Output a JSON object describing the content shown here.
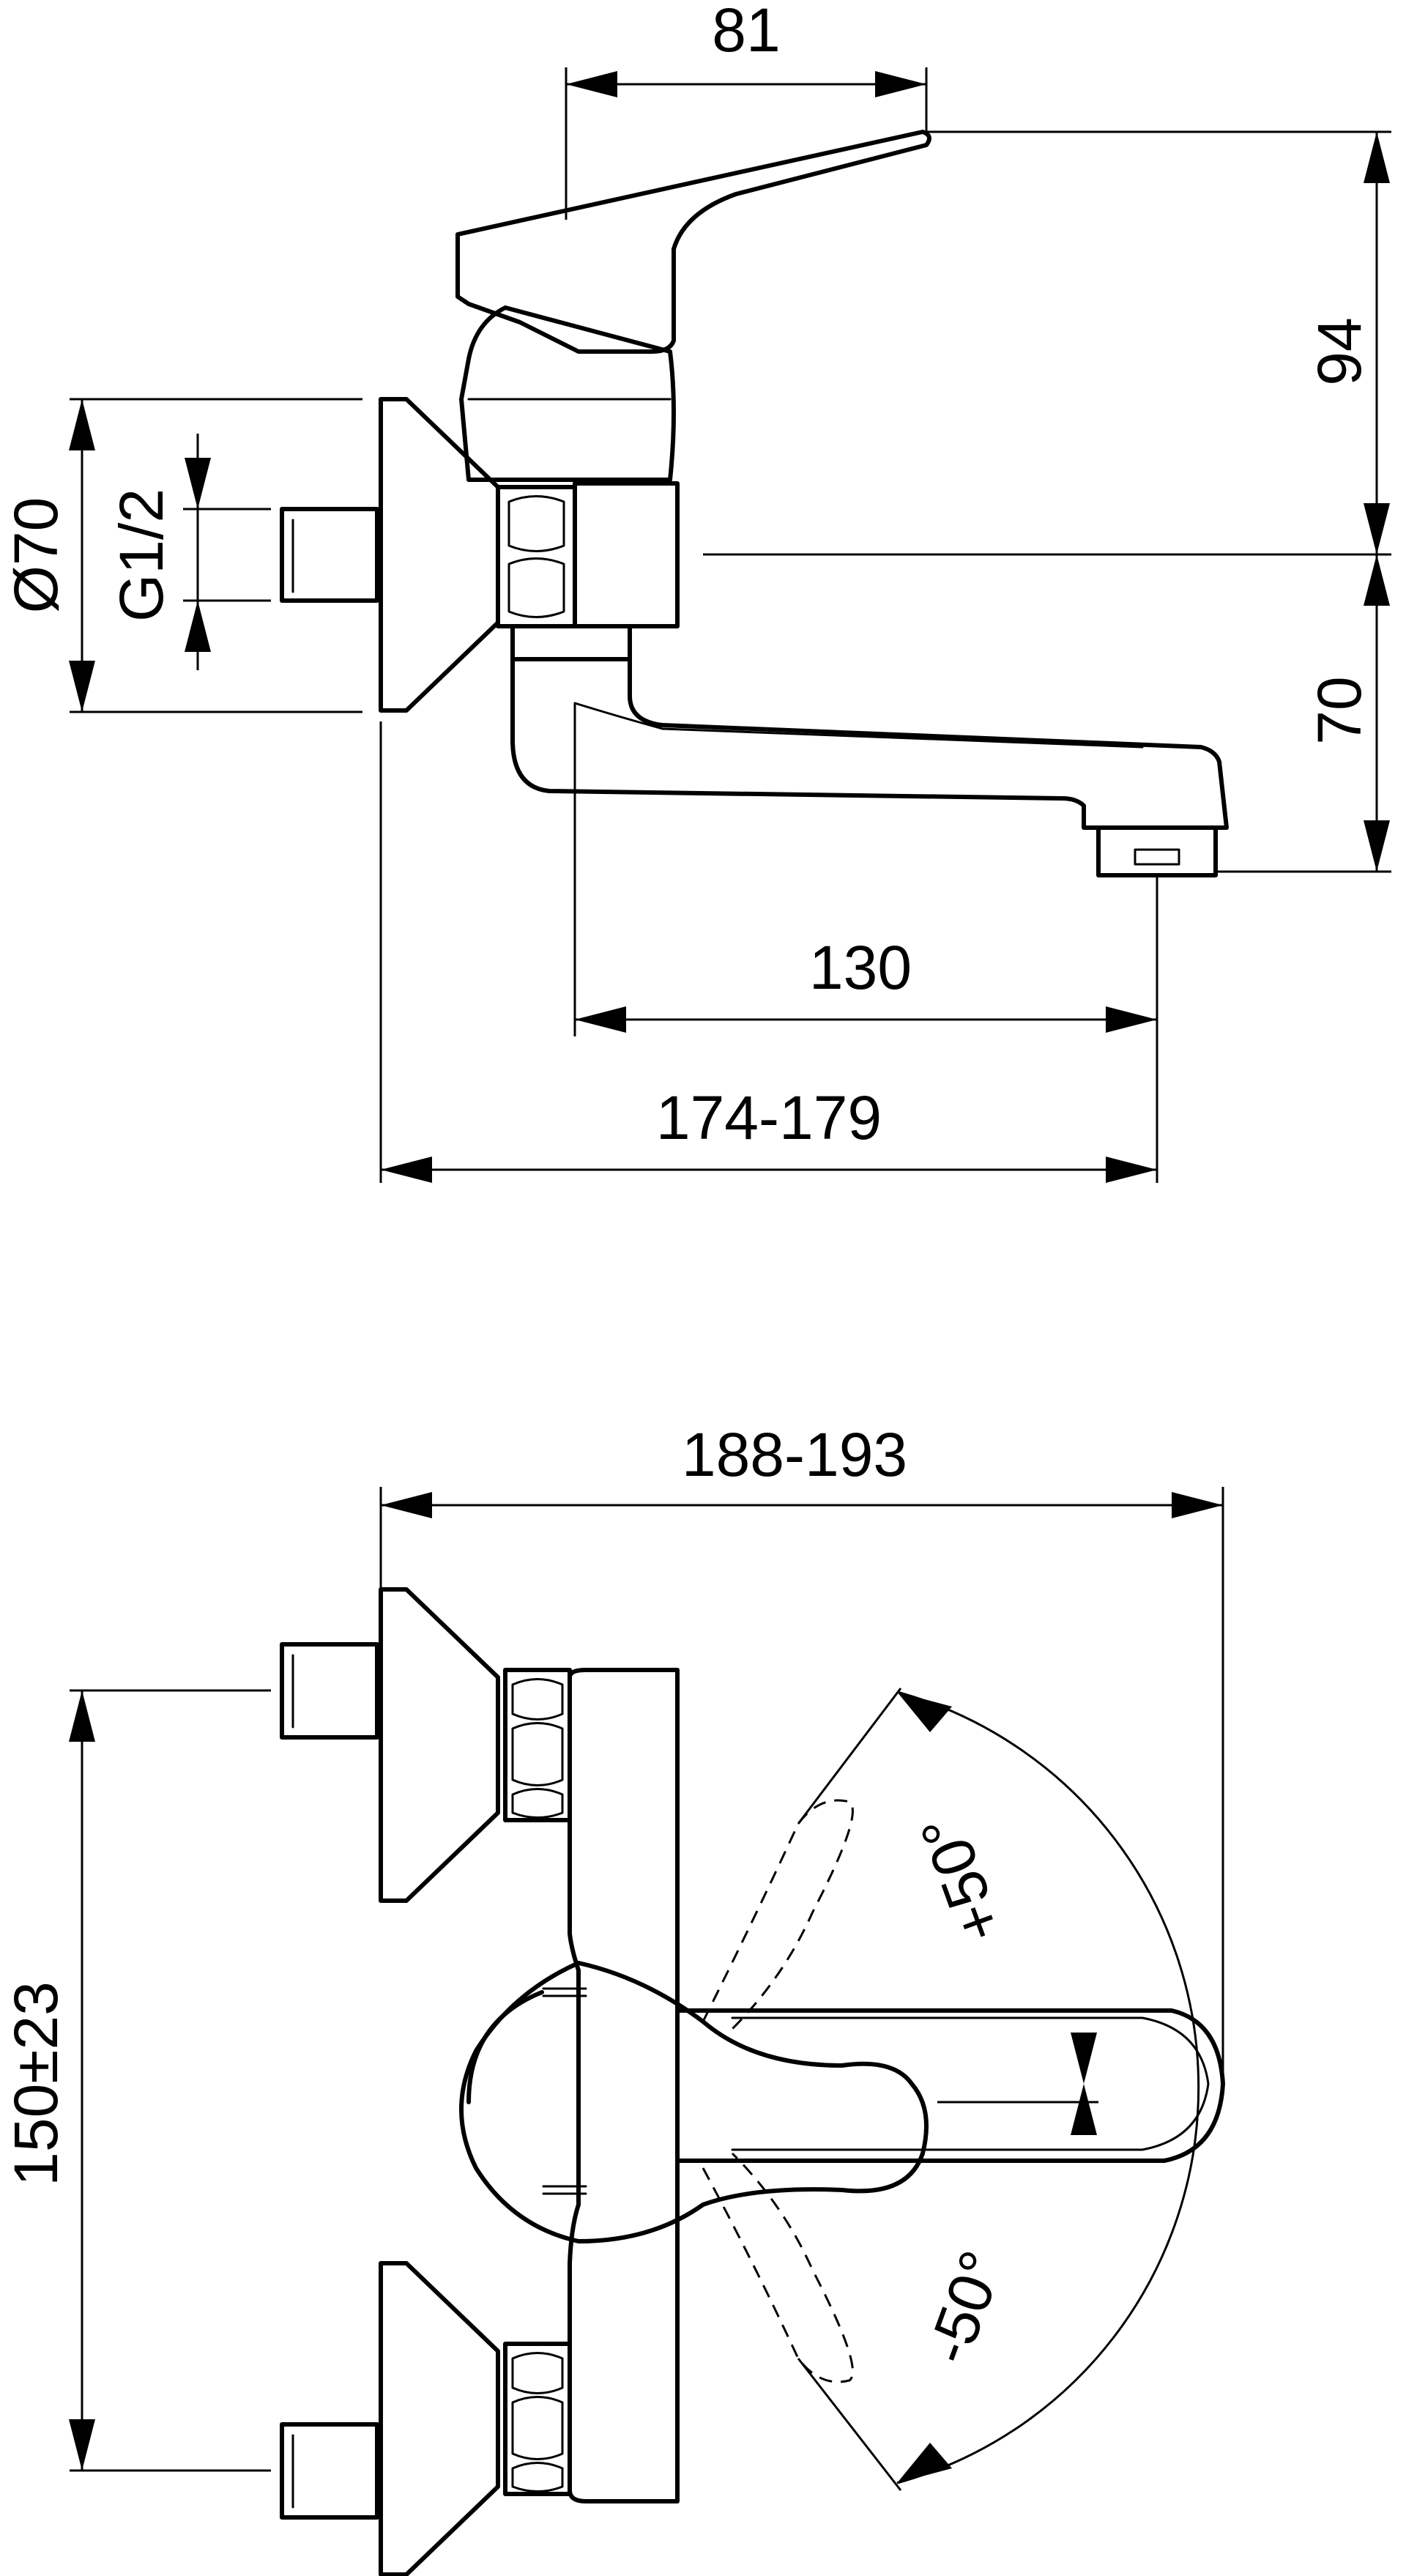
{
  "side_view": {
    "dim_lever_reach": "81",
    "dim_lever_height": "94",
    "dim_outlet_height": "70",
    "dim_flange_diameter": "Ø70",
    "dim_thread": "G1/2",
    "dim_spout_reach": "130",
    "dim_total_projection": "174-179"
  },
  "top_view": {
    "dim_total_width": "188-193",
    "dim_centers": "150±23",
    "angle_plus": "+50°",
    "angle_minus": "-50°"
  }
}
